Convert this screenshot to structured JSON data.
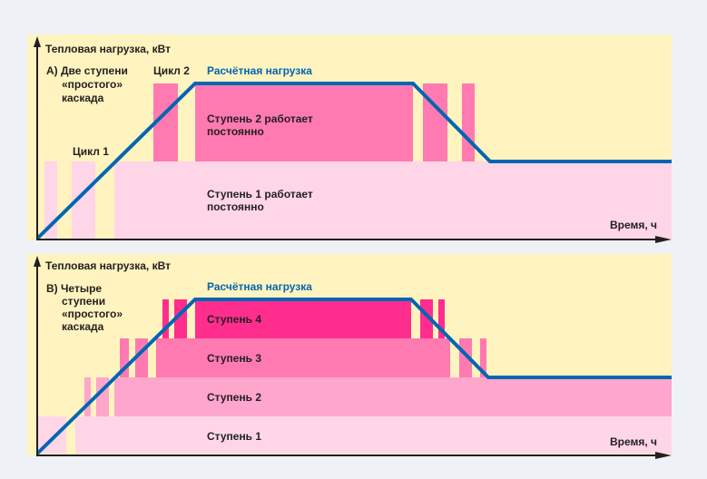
{
  "colors": {
    "background": "#fff3bf",
    "stage1": "#ffd6e8",
    "stage2": "#ffa6cc",
    "stage3": "#ff7ab0",
    "stage4": "#ff2d8e",
    "load_line": "#0066b3"
  },
  "panel_a": {
    "y_axis_label": "Тепловая нагрузка, кВт",
    "x_axis_label": "Время, ч",
    "title_lines": [
      "А) Две ступени",
      "«простого»",
      "каскада"
    ],
    "cycle1": "Цикл 1",
    "cycle2": "Цикл 2",
    "design_load": "Расчётная нагрузка",
    "stage2_lines": [
      "Ступень 2 работает",
      "постоянно"
    ],
    "stage1_lines": [
      "Ступень 1 работает",
      "постоянно"
    ]
  },
  "panel_b": {
    "y_axis_label": "Тепловая нагрузка, кВт",
    "x_axis_label": "Время, ч",
    "title_lines": [
      "В) Четыре",
      "ступени",
      "«простого»",
      "каскада"
    ],
    "design_load": "Расчётная нагрузка",
    "stages": [
      "Ступень 1",
      "Ступень 2",
      "Ступень 3",
      "Ступень 4"
    ]
  }
}
